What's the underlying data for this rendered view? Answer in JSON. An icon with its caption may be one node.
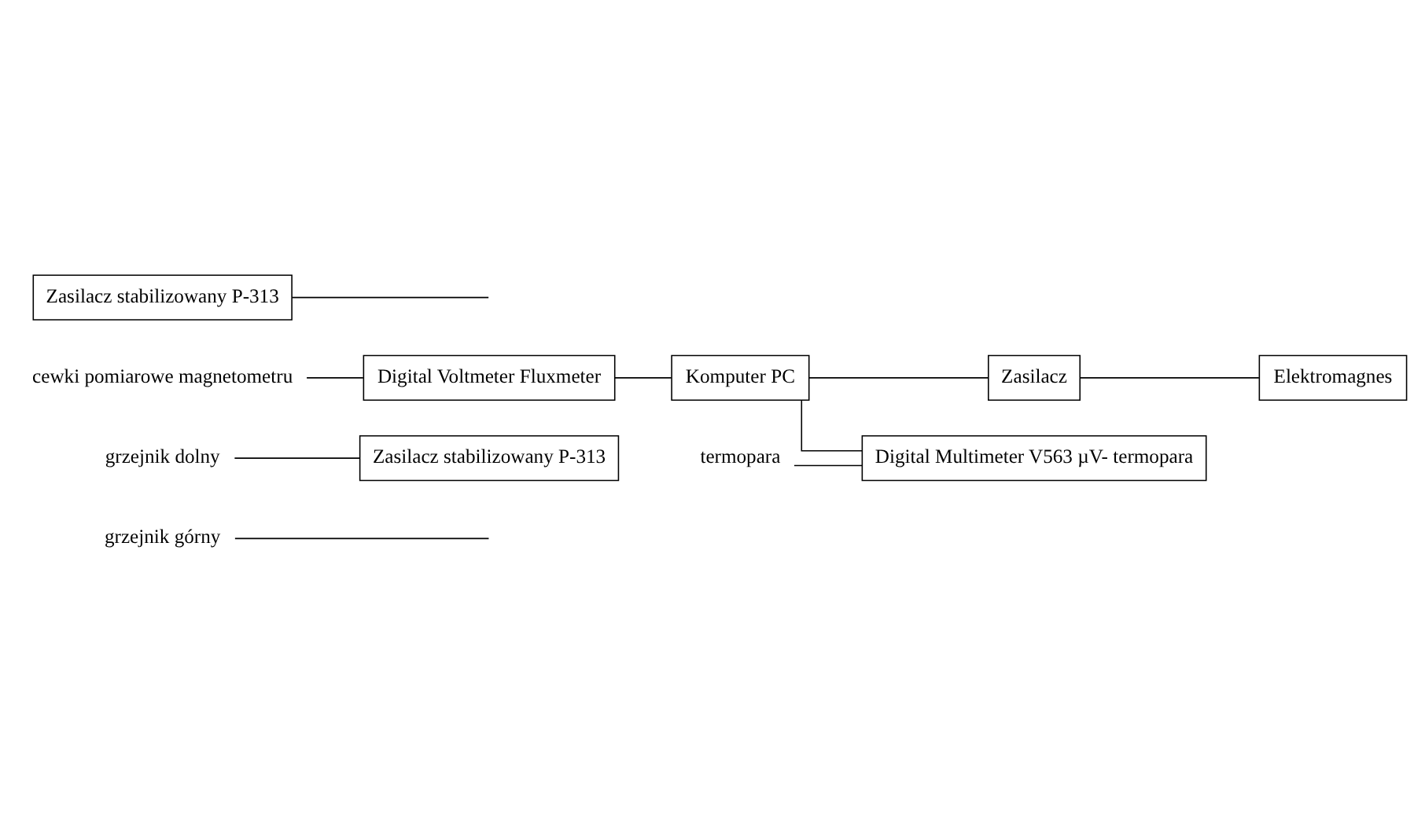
{
  "diagram": {
    "nodes": [
      {
        "text": [
          "grzejnik górny"
        ]
      },
      {
        "text": [
          "grzejnik dolny"
        ]
      },
      {
        "text": [
          "cewki pomiarowe magnetometru"
        ]
      },
      {
        "text": [
          "termopara"
        ]
      },
      {
        "text": [
          "Komputer PC"
        ]
      },
      {
        "text": [
          "Digital Voltmeter Fluxmeter"
        ]
      },
      {
        "text": [
          "Zasilacz stabilizowany P-313"
        ]
      },
      {
        "text": [
          "Zasilacz"
        ]
      },
      {
        "text": [
          "Digital Multimeter V563 µV- termopara"
        ]
      },
      {
        "text": [
          "Zasilacz stabilizowany P-313"
        ]
      },
      {
        "text": [
          "Elektromagnes"
        ]
      }
    ],
    "edges": [
      {
        "from": 0,
        "to": null,
        "arrow": "none"
      },
      {
        "from": 1,
        "to": 6,
        "arrow": "none"
      },
      {
        "from": 2,
        "to": 5,
        "arrow": "none"
      },
      {
        "from": 5,
        "to": 4,
        "arrow": "none"
      },
      {
        "from": 3,
        "to": 8,
        "arrow": "none"
      },
      {
        "from": 4,
        "to": 8,
        "arrow": "none"
      },
      {
        "from": 4,
        "to": 7,
        "arrow": "none"
      },
      {
        "from": 7,
        "to": 10,
        "arrow": "none"
      },
      {
        "from": 9,
        "to": null,
        "arrow": "none"
      }
    ]
  }
}
